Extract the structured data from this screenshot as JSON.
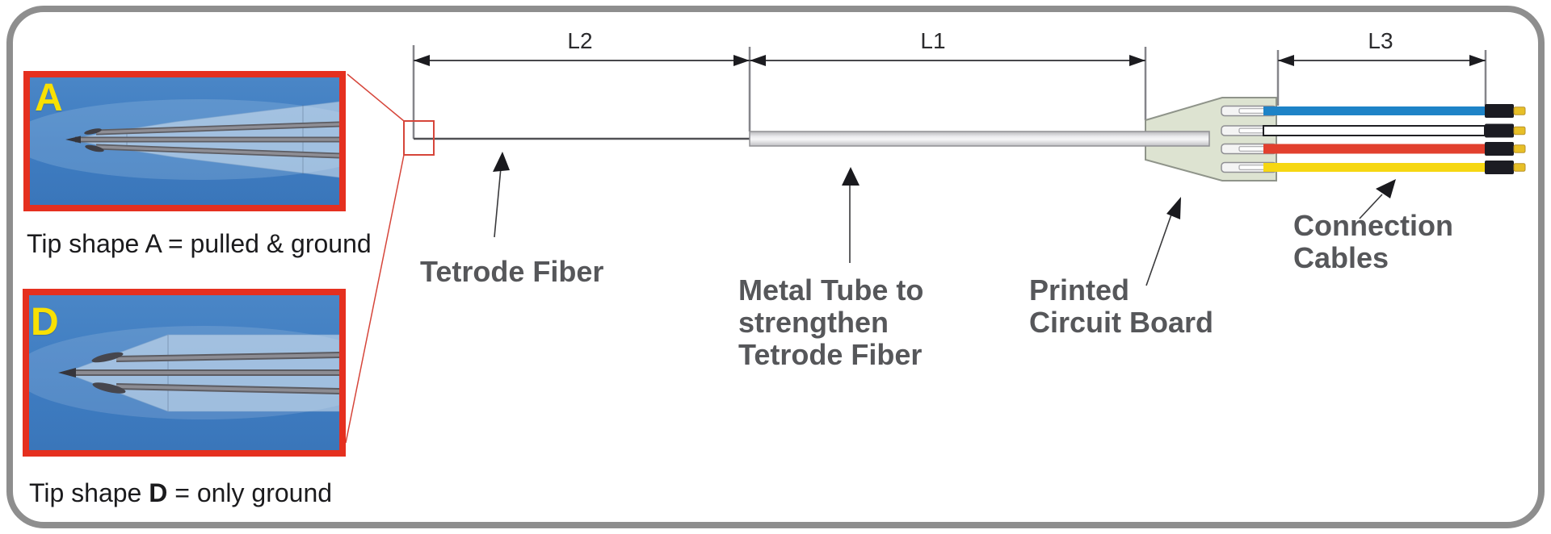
{
  "diagram": {
    "dimension_labels": {
      "l2": "L2",
      "l1": "L1",
      "l3": "L3"
    },
    "insets": {
      "a": {
        "letter": "A",
        "caption": {
          "prefix": "Tip shape ",
          "letter": "A",
          "suffix": " = pulled & ground"
        }
      },
      "d": {
        "letter": "D",
        "caption": {
          "prefix": "Tip shape ",
          "letter": "D",
          "suffix": " = only ground"
        }
      }
    },
    "annotations": {
      "tetrode_fiber": {
        "lines": [
          "Tetrode Fiber"
        ]
      },
      "metal_tube": {
        "lines": [
          "Metal Tube to",
          "strengthen",
          "Tetrode Fiber"
        ]
      },
      "printed_circuit_board": {
        "lines": [
          "Printed",
          "Circuit Board"
        ]
      },
      "connection_cables": {
        "lines": [
          "Connection",
          "Cables"
        ]
      }
    },
    "cables": [
      {
        "name": "blue-cable",
        "color": "#1e83c7",
        "height": 11
      },
      {
        "name": "white-cable",
        "color": "#ffffff",
        "outline": "#1f1f23",
        "height": 12
      },
      {
        "name": "red-cable",
        "color": "#e2402e",
        "height": 12
      },
      {
        "name": "yellow-cable",
        "color": "#f6d712",
        "height": 11
      }
    ],
    "colors": {
      "inset_border_red": "#e5301f",
      "callout_red": "#d6453a",
      "frame_gray": "#8e8e8e",
      "inset_background_blue": "#4080c4",
      "inset_letter_yellow": "#f8e003",
      "pcb_green": "#dde3d1",
      "metal_tube_gray": "#d9d9dc",
      "connector_black": "#1b1b22",
      "connector_tip_gold": "#e7bf27",
      "annotation_text_gray": "#56575a",
      "dimension_text": "#2b2b2d"
    }
  }
}
